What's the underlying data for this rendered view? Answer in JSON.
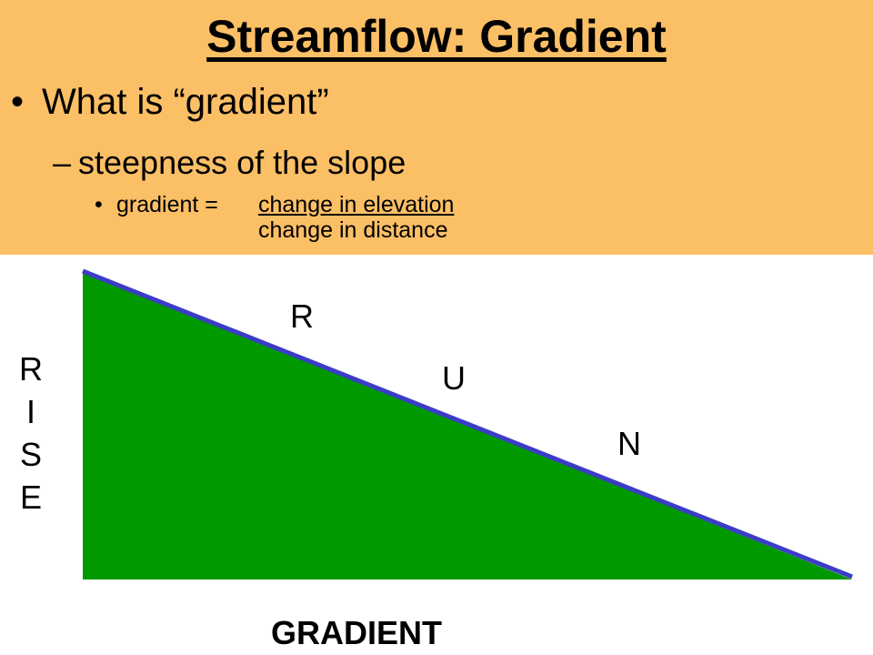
{
  "slide": {
    "title": "Streamflow: Gradient",
    "bullet_1": "What is “gradient”",
    "bullet_2": "steepness of the slope",
    "bullet_3_lead": "gradient =",
    "fraction_numerator": "change in elevation",
    "fraction_denominator": "change in distance"
  },
  "diagram": {
    "rise_letters": [
      "R",
      "I",
      "S",
      "E"
    ],
    "run_letters": [
      "R",
      "U",
      "N"
    ],
    "base_label": "GRADIENT"
  },
  "colors": {
    "header_background": "#fbbf66",
    "triangle_fill": "#009900",
    "hypotenuse_stroke": "#3c3cc8"
  }
}
